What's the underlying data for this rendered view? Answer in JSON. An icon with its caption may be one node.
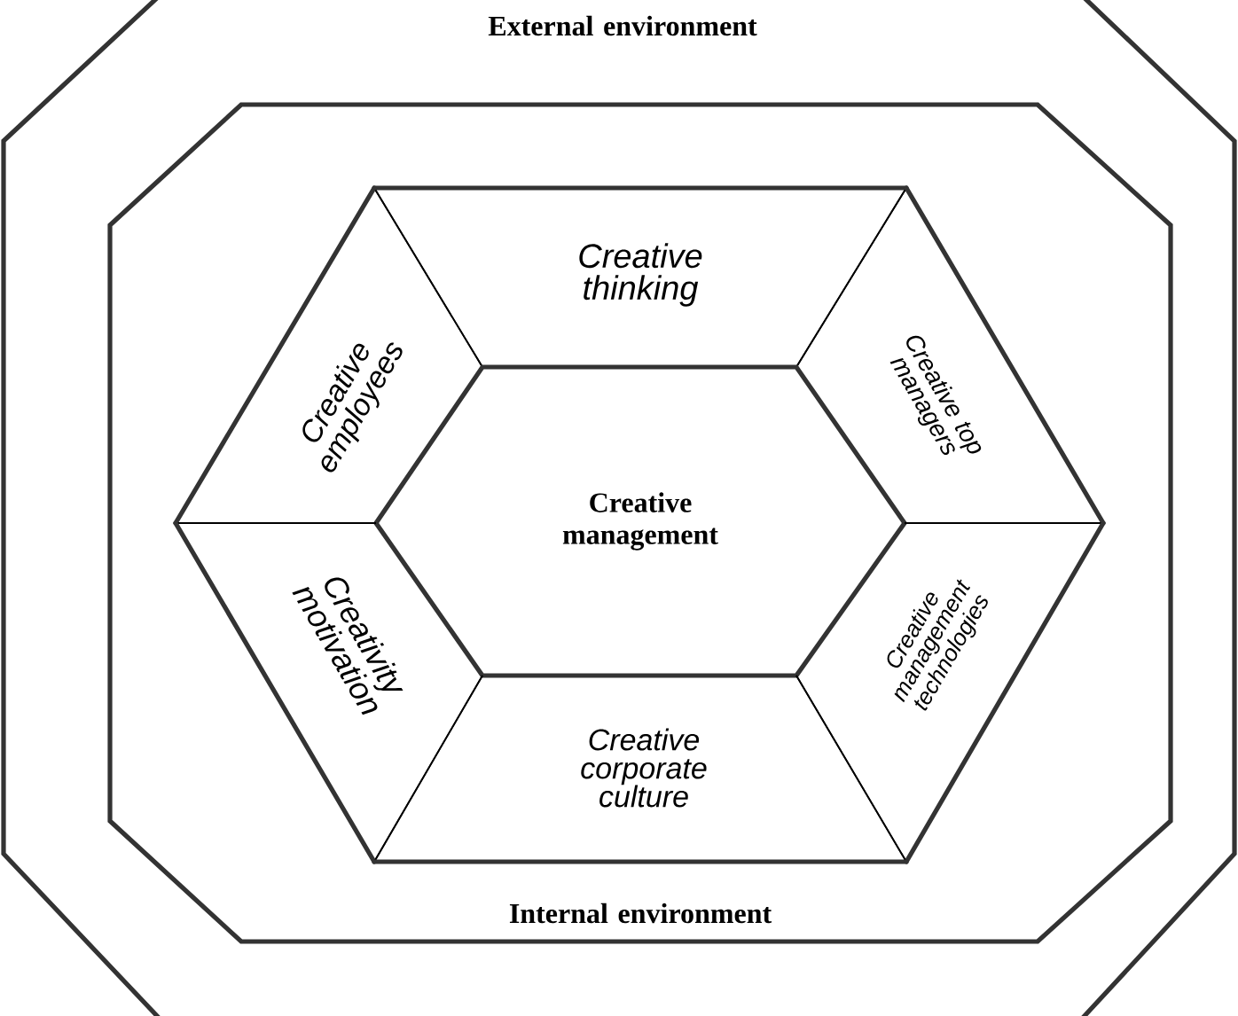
{
  "diagram": {
    "nodes": [
      {
        "text": [
          "External environment"
        ]
      },
      {
        "text": [
          "Internal environment"
        ],
        "in": 0
      },
      {
        "text": [
          "Creative thinking"
        ],
        "in": 1
      },
      {
        "text": [
          "Creative employees"
        ],
        "in": 1
      },
      {
        "text": [
          "Creative top managers"
        ],
        "in": 1
      },
      {
        "text": [
          "Creative management"
        ],
        "in": 1
      },
      {
        "text": [
          "Creativity motivation"
        ],
        "in": 1
      },
      {
        "text": [
          "Creative management technologies"
        ],
        "in": 1
      },
      {
        "text": [
          "Creative corporate culture"
        ],
        "in": 1
      }
    ]
  }
}
